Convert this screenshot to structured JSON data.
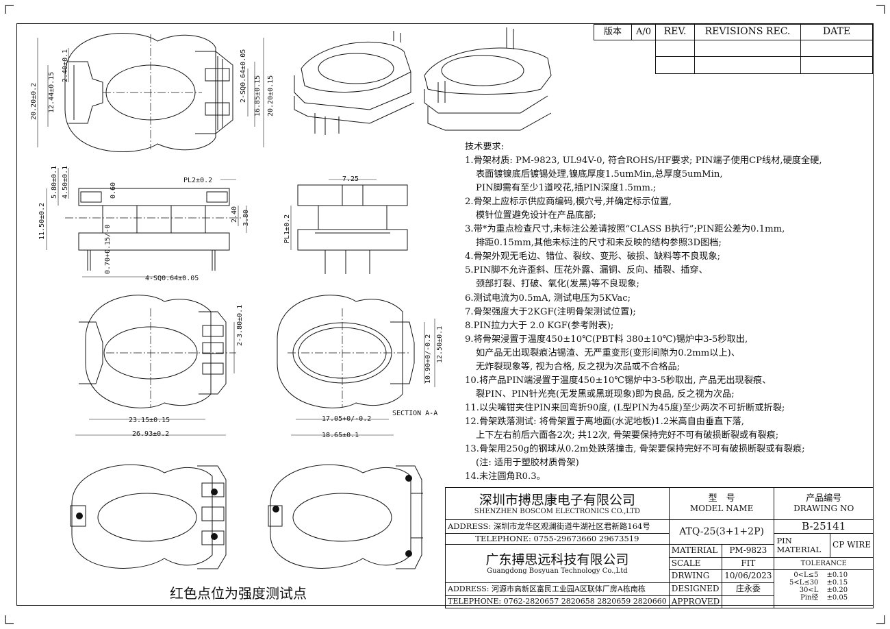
{
  "revision_table": {
    "edition_label": "版本",
    "edition_value": "A/0",
    "rev_label": "REV.",
    "revisions_label": "REVISIONS REC.",
    "date_label": "DATE"
  },
  "requirements": {
    "title": "技术要求:",
    "lines": [
      "1.骨架材质: PM-9823, UL94V-0, 符合ROHS/HF要求; PIN端子使用CP线材,硬度全硬,",
      "表面镀镍底后镀锡处理,镍底厚度1.5umMin,总厚度5umMin,",
      "PIN脚需有至少1道咬花,插PIN深度1.5mm.;",
      "2.骨架上应标示供应商编码,模穴号,并确定标示位置,",
      "模针位置避免设计在产品底部;",
      "3.带*为重点检查尺寸,未标注公差请按照“CLASS B执行”;PIN距公差为0.1mm,",
      "排距0.15mm,其他未标注的尺寸和未反映的结构参照3D图档;",
      "4.骨架外观无毛边、错位、裂纹、变形、破损、缺料等不良现象;",
      "5.PIN脚不允许歪斜、压花外露、漏铜、反向、插裂、插穿、",
      "颈部打裂、打破、氧化(发黑)等不良现象;",
      "6.测试电流为0.5mA, 测试电压为5KVac;",
      "7.骨架强度大于2KGF(注明骨架测试位置);",
      "8.PIN拉力大于 2.0 KGF(参考附表);",
      "9.将骨架浸置于温度450±10℃(PBT料 380±10℃)锡炉中3-5秒取出,",
      "如产品无出现裂痕沾锡渣、无严重变形(变形间隙为0.2mm以上)、",
      "无炸裂现象等, 视为合格, 反之视为次品或不合格品;",
      "10.将产品PIN端浸置于温度450±10℃锡炉中3-5秒取出, 产品无出现裂痕、",
      "裂PIN、PIN针光亮(无发黑或黑斑现象)即为良品, 反之视为次品;",
      "11.以尖嘴钳夹住PIN来回弯折90度, (L型PIN为45度)至少两次不可折断或折裂;",
      "12.骨架跌落测试: 将骨架置于离地面(水泥地板)1.2米高自由垂直下落,",
      "上下左右前后六面各2次; 共12次, 骨架要保持完好不可有破损断裂或有裂痕;",
      "13.骨架用250g的钢球从0.2m处跌落撞击, 骨架要保持完好不可有破损断裂或有裂痕;",
      "(注: 适用于塑胶材质骨架)",
      "14.未注圆角R0.3。"
    ]
  },
  "title_block": {
    "company1_cn": "深圳市搏思康电子有限公司",
    "company1_en": "SHENZHEN BOSCOM ELECTRONICS CO.,LTD",
    "address1": "ADDRESS: 深圳市龙华区观澜街道牛湖社区君新路164号",
    "telephone1": "TELEPHONE: 0755-29673660 29673519",
    "company2_cn": "广东搏思远科技有限公司",
    "company2_en": "Guangdong Bosyuan Technology Co.,Ltd",
    "address2": "ADDRESS: 河源市高新区富民工业园A区联体厂房A栋南栋",
    "telephone2": "TELEPHONE: 0762-2820657 2820658 2820659 2820660",
    "model_label_cn": "型　号",
    "model_label_en": "MODEL NAME",
    "model_value": "ATQ-25(3+1+2P)",
    "drawing_label_cn": "产品编号",
    "drawing_label_en": "DRAWING NO",
    "drawing_value": "B-25141",
    "material_label": "MATERIAL",
    "material_value": "PM-9823",
    "pin_material_label": "PIN MATERIAL",
    "pin_material_value": "CP WIRE",
    "scale_label": "SCALE",
    "scale_value": "FIT",
    "tolerance_label": "TOLERANCE",
    "drwing_label": "DRWING",
    "drwing_value": "10/06/2023",
    "designed_label": "DESIGNED",
    "designed_value": "庄永委",
    "approved_label": "APPROVED",
    "approved_value": "",
    "tolerances": [
      {
        "range": "0<L≤5",
        "value": "±0.10"
      },
      {
        "range": "5<L≤30",
        "value": "±0.15"
      },
      {
        "range": "30<L",
        "value": "±0.20"
      },
      {
        "range": "Pin径",
        "value": "±0.05"
      }
    ]
  },
  "drawing": {
    "strength_note": "红色点位为强度测试点",
    "section_label": "SECTION A-A",
    "dims": {
      "a": "20.20±0.2",
      "b": "12.44±0.15",
      "c": "2.40±0.1",
      "d": "2-SQ0.64±0.05",
      "e": "16.85±0.15",
      "f": "20.20±0.15",
      "h": "11.50±0.2",
      "i": "5.80±0.1",
      "j": "4.50±0.1",
      "k": "0.60",
      "pl2": "PL2±0.2",
      "n": "2.40",
      "o": "3.80",
      "l": "0.70+0.15/-0",
      "m": "4-SQ0.64±0.05",
      "p": "7.25",
      "pl1": "PL1±0.2",
      "s": "2-3.80±0.1",
      "q": "23.15±0.15",
      "r": "26.93±0.2",
      "t": "17.05+0/-0.2",
      "u": "18.65±0.1",
      "v": "10.90+0/-0.2",
      "w": "12.50±0.1"
    }
  }
}
